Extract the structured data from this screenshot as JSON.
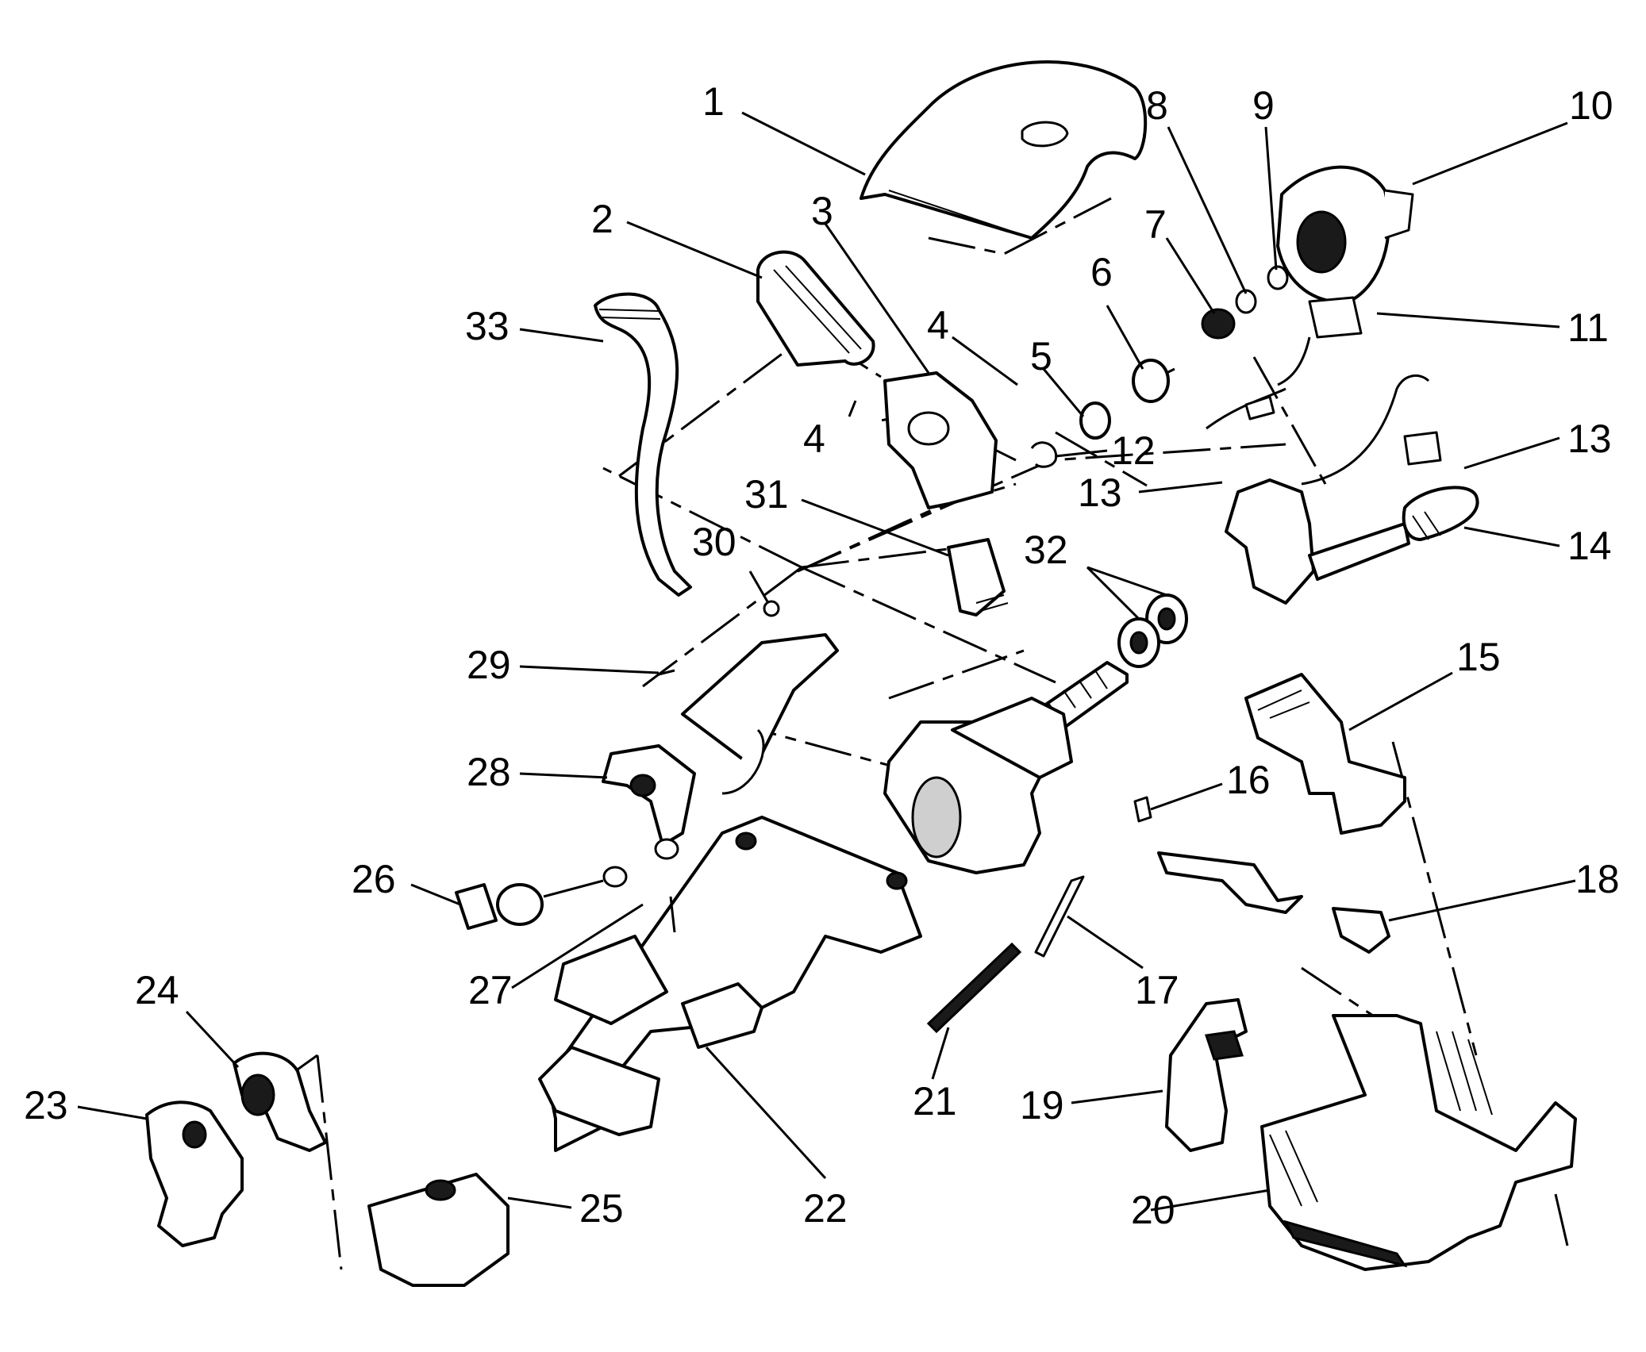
{
  "diagram": {
    "callouts": [
      {
        "id": "1",
        "label": "1"
      },
      {
        "id": "2",
        "label": "2"
      },
      {
        "id": "3",
        "label": "3"
      },
      {
        "id": "4a",
        "label": "4"
      },
      {
        "id": "4b",
        "label": "4"
      },
      {
        "id": "5",
        "label": "5"
      },
      {
        "id": "6",
        "label": "6"
      },
      {
        "id": "7",
        "label": "7"
      },
      {
        "id": "8",
        "label": "8"
      },
      {
        "id": "9",
        "label": "9"
      },
      {
        "id": "10",
        "label": "10"
      },
      {
        "id": "11",
        "label": "11"
      },
      {
        "id": "12",
        "label": "12"
      },
      {
        "id": "13a",
        "label": "13"
      },
      {
        "id": "13b",
        "label": "13"
      },
      {
        "id": "14",
        "label": "14"
      },
      {
        "id": "15",
        "label": "15"
      },
      {
        "id": "16",
        "label": "16"
      },
      {
        "id": "17",
        "label": "17"
      },
      {
        "id": "18",
        "label": "18"
      },
      {
        "id": "19",
        "label": "19"
      },
      {
        "id": "20",
        "label": "20"
      },
      {
        "id": "21",
        "label": "21"
      },
      {
        "id": "22",
        "label": "22"
      },
      {
        "id": "23",
        "label": "23"
      },
      {
        "id": "24",
        "label": "24"
      },
      {
        "id": "25",
        "label": "25"
      },
      {
        "id": "26",
        "label": "26"
      },
      {
        "id": "27",
        "label": "27"
      },
      {
        "id": "28",
        "label": "28"
      },
      {
        "id": "29",
        "label": "29"
      },
      {
        "id": "30",
        "label": "30"
      },
      {
        "id": "31",
        "label": "31"
      },
      {
        "id": "32",
        "label": "32"
      },
      {
        "id": "33",
        "label": "33"
      }
    ]
  }
}
